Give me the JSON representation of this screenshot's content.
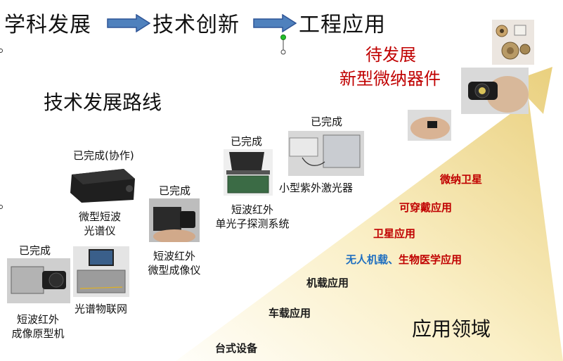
{
  "flow": {
    "step1": "学科发展",
    "step2": "技术创新",
    "step3": "工程应用"
  },
  "roadmap_title": "技术发展路线",
  "future": {
    "line1": "待发展",
    "line2": "新型微纳器件"
  },
  "devices": {
    "prototype": {
      "status": "已完成",
      "name_line1": "短波红外",
      "name_line2": "成像原型机"
    },
    "spectrometer": {
      "status": "已完成(协作)",
      "name_line1": "微型短波",
      "name_line2": "光谱仪"
    },
    "iot": {
      "name": "光谱物联网"
    },
    "micro_imager": {
      "status": "已完成",
      "name_line1": "短波红外",
      "name_line2": "微型成像仪"
    },
    "photon_detector": {
      "status": "已完成",
      "name_line1": "短波红外",
      "name_line2": "单光子探测系统"
    },
    "uv_laser": {
      "status": "已完成",
      "name": "小型紫外激光器"
    }
  },
  "applications": {
    "micro_satellite": "微纳卫星",
    "wearable": "可穿戴应用",
    "satellite": "卫星应用",
    "uav": "无人机载",
    "separator": "、",
    "biomedical": "生物医学应用",
    "airborne": "机载应用",
    "vehicle": "车载应用",
    "desktop": "台式设备"
  },
  "application_field": "应用领域",
  "colors": {
    "arrow_fill": "#4f81bd",
    "arrow_stroke": "#2f5597",
    "wedge_light": "#fffdf4",
    "wedge_mid": "#f7e9b8",
    "wedge_dark": "#e8cd78",
    "future_red": "#c00000",
    "app_red": "#c00000",
    "app_blue": "#1f6fc0"
  }
}
